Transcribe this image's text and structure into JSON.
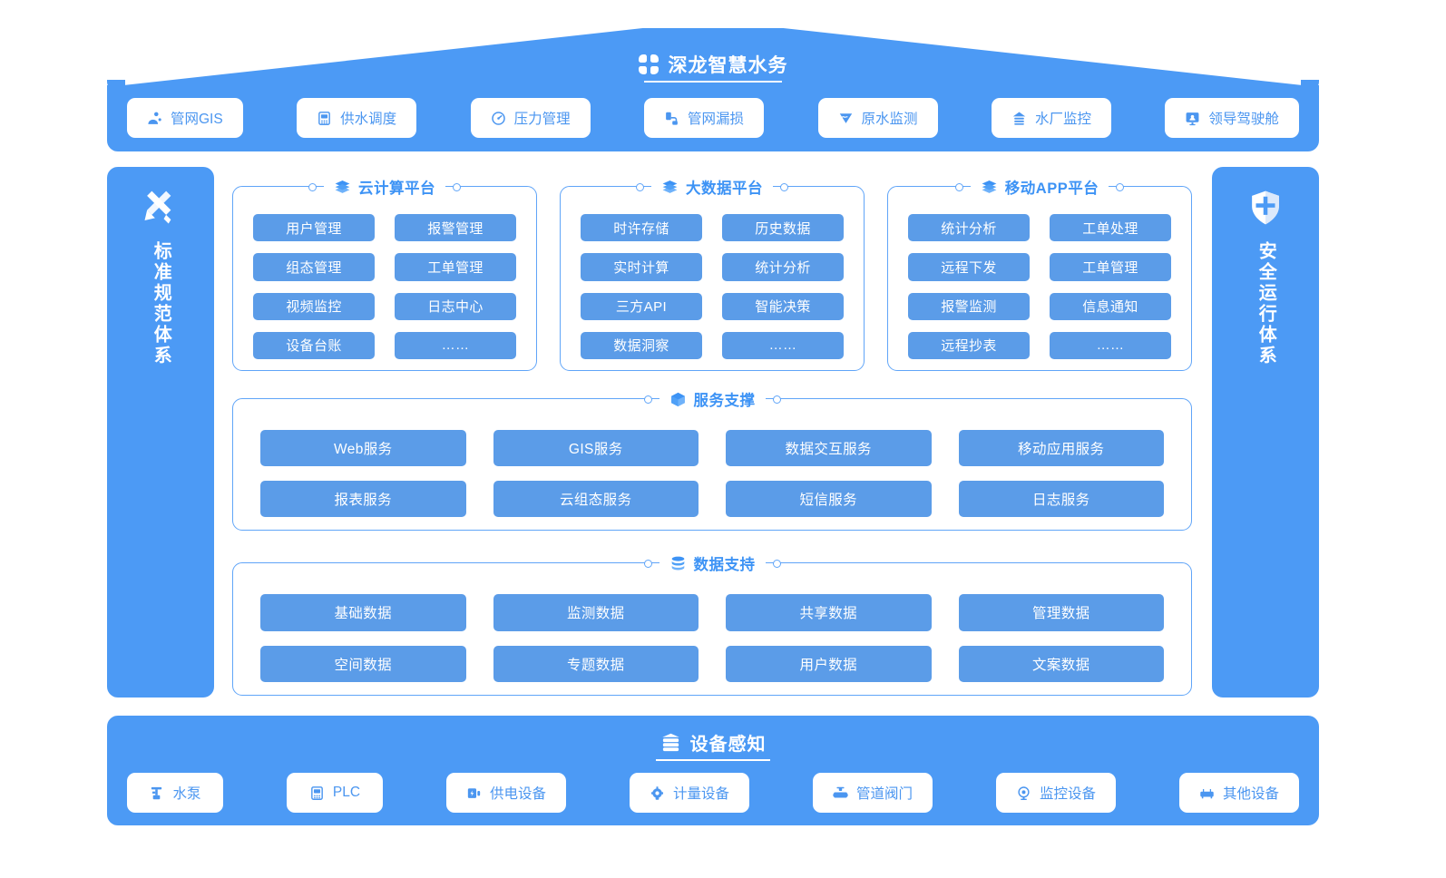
{
  "colors": {
    "primary": "#4c9af5",
    "tile": "#5b9ce8",
    "panel_border": "#60a5f8",
    "title_text": "#3d93f5",
    "pill_text": "#4b96f0",
    "background": "#ffffff"
  },
  "header": {
    "brand_title": "深龙智慧水务",
    "brand_icon": "four-dot-grid-icon",
    "apps": [
      {
        "label": "管网GIS",
        "icon": "map-pin-network-icon"
      },
      {
        "label": "供水调度",
        "icon": "plc-controller-icon"
      },
      {
        "label": "压力管理",
        "icon": "gauge-icon"
      },
      {
        "label": "管网漏损",
        "icon": "pipe-leak-icon"
      },
      {
        "label": "原水监测",
        "icon": "water-wave-icon"
      },
      {
        "label": "水厂监控",
        "icon": "factory-icon"
      },
      {
        "label": "领导驾驶舱",
        "icon": "dashboard-screen-icon"
      }
    ]
  },
  "left_pillar": {
    "icon": "ruler-pencil-icon",
    "label": "标准规范体系"
  },
  "right_pillar": {
    "icon": "shield-icon",
    "label": "安全运行体系"
  },
  "platforms": [
    {
      "title": "云计算平台",
      "icon": "layers-icon",
      "items": [
        "用户管理",
        "报警管理",
        "组态管理",
        "工单管理",
        "视频监控",
        "日志中心",
        "设备台账",
        "……"
      ]
    },
    {
      "title": "大数据平台",
      "icon": "layers-icon",
      "items": [
        "时许存储",
        "历史数据",
        "实时计算",
        "统计分析",
        "三方API",
        "智能决策",
        "数据洞察",
        "……"
      ]
    },
    {
      "title": "移动APP平台",
      "icon": "layers-icon",
      "items": [
        "统计分析",
        "工单处理",
        "远程下发",
        "工单管理",
        "报警监测",
        "信息通知",
        "远程抄表",
        "……"
      ]
    }
  ],
  "service_support": {
    "title": "服务支撑",
    "icon": "cube-icon",
    "items": [
      "Web服务",
      "GIS服务",
      "数据交互服务",
      "移动应用服务",
      "报表服务",
      "云组态服务",
      "短信服务",
      "日志服务"
    ]
  },
  "data_support": {
    "title": "数据支持",
    "icon": "database-icon",
    "items": [
      "基础数据",
      "监测数据",
      "共享数据",
      "管理数据",
      "空间数据",
      "专题数据",
      "用户数据",
      "文案数据"
    ]
  },
  "device_layer": {
    "title": "设备感知",
    "icon": "server-rack-icon",
    "devices": [
      {
        "label": "水泵",
        "icon": "water-pump-icon"
      },
      {
        "label": "PLC",
        "icon": "plc-controller-icon"
      },
      {
        "label": "供电设备",
        "icon": "power-supply-icon"
      },
      {
        "label": "计量设备",
        "icon": "water-meter-icon"
      },
      {
        "label": "管道阀门",
        "icon": "pipe-valve-icon"
      },
      {
        "label": "监控设备",
        "icon": "camera-icon"
      },
      {
        "label": "其他设备",
        "icon": "router-device-icon"
      }
    ]
  }
}
